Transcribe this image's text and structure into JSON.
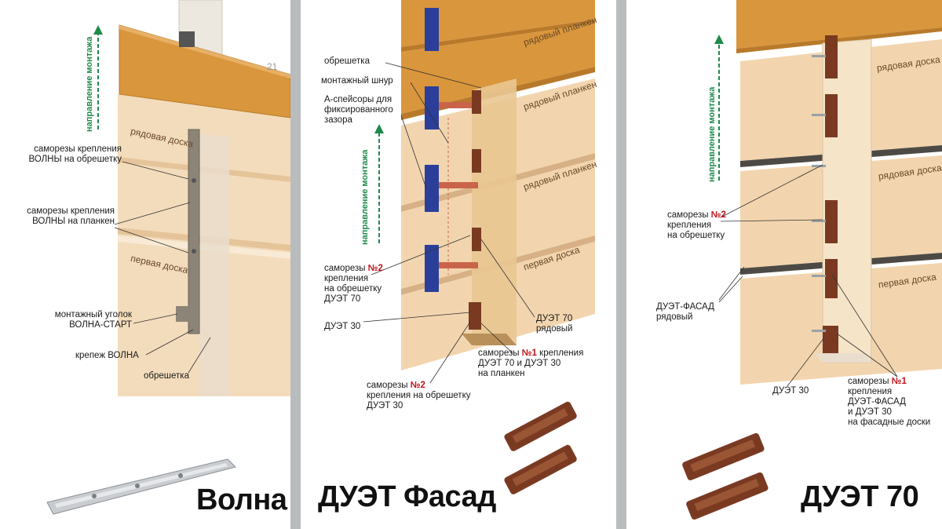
{
  "colors": {
    "wood_dark": "#d9963c",
    "wood_light": "#efd2a8",
    "wood_pale": "#f6e4c8",
    "clip_blue": "#2b3f9a",
    "clip_brown": "#7a3a22",
    "arrow_green": "#1e8a49",
    "number_red": "#c0141a"
  },
  "panel_volna": {
    "title": "Волна",
    "page_number": "21",
    "direction_label": "направление монтажа",
    "board_labels": [
      "рядовая доска",
      "первая доска"
    ],
    "labels": {
      "screws_lath_1": "саморезы крепления",
      "screws_lath_2": "ВОЛНЫ на обрешетку",
      "screws_planken_1": "саморезы крепления",
      "screws_planken_2": "ВОЛНЫ на планкен",
      "corner_1": "монтажный уголок",
      "corner_2": "ВОЛНА-СТАРТ",
      "fastener": "крепеж ВОЛНА",
      "lath": "обрешетка"
    },
    "product_icon": "metal-rail-icon"
  },
  "panel_duet_fasad": {
    "title": "ДУЭТ Фасад",
    "direction_label": "направление монтажа",
    "board_labels": [
      "рядовый планкен",
      "рядовый планкен",
      "рядовый планкен",
      "первая доска"
    ],
    "labels": {
      "lath": "обрешетка",
      "cord": "монтажный шнур",
      "spacers_1": "А-спейсоры для",
      "spacers_2": "фиксированного",
      "spacers_3": "зазора",
      "screws2_a": "саморезы",
      "screws2_num": "№2",
      "screws2_b": "крепления",
      "screws2_c": "на обрешетку",
      "screws2_d": "ДУЭТ 70",
      "duet30": "ДУЭТ 30",
      "duet70_1": "ДУЭТ 70",
      "duet70_2": "рядовый",
      "screws1_a": "саморезы",
      "screws1_num": "№1",
      "screws1_b": "крепления",
      "screws1_c": "ДУЭТ 70 и ДУЭТ 30",
      "screws1_d": "на планкен",
      "screws2b_a": "саморезы",
      "screws2b_num": "№2",
      "screws2b_b": "крепления на обрешетку",
      "screws2b_c": "ДУЭТ 30"
    },
    "product_icon": "brown-clip-icon"
  },
  "panel_duet70": {
    "title": "ДУЭТ 70",
    "direction_label": "направление монтажа",
    "board_labels": [
      "рядовая доска",
      "рядовая доска",
      "первая доска"
    ],
    "labels": {
      "screws2_a": "саморезы",
      "screws2_num": "№2",
      "screws2_b": "крепления",
      "screws2_c": "на обрешетку",
      "fasad_1": "ДУЭТ-ФАСАД",
      "fasad_2": "рядовый",
      "duet30": "ДУЭТ 30",
      "screws1_a": "саморезы",
      "screws1_num": "№1",
      "screws1_b": "крепления",
      "screws1_c": "ДУЭТ-ФАСАД",
      "screws1_d": "и ДУЭТ 30",
      "screws1_e": "на фасадные доски"
    },
    "product_icon": "brown-clip-icon"
  }
}
